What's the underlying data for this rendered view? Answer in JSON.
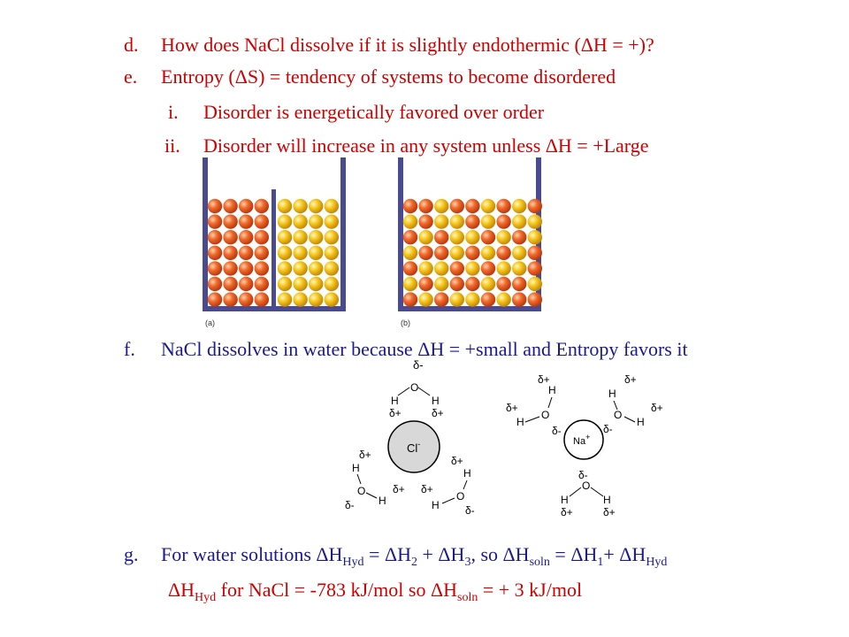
{
  "items": {
    "d": {
      "marker": "d.",
      "text": "How does NaCl dissolve if it is slightly endothermic (ΔH = +)?"
    },
    "e": {
      "marker": "e.",
      "text": "Entropy (ΔS) = tendency of systems to become disordered"
    },
    "i": {
      "marker": "i.",
      "text": "Disorder is energetically favored over order"
    },
    "ii": {
      "marker": "ii.",
      "text": "Disorder will increase in any system unless ΔH = +Large"
    },
    "f": {
      "marker": "f.",
      "text": "NaCl dissolves in water because ΔH = +small and Entropy favors it"
    },
    "g": {
      "marker": "g.",
      "p1": "For water solutions ΔH",
      "s1": "Hyd",
      "p2": " = ΔH",
      "s2": "2",
      "p3": " + ΔH",
      "s3": "3",
      "p4": ", so ΔH",
      "s4": "soln",
      "p5": " = ΔH",
      "s5": "1",
      "p6": "+ ΔH",
      "s6": "Hyd"
    },
    "h": {
      "p1": "ΔH",
      "s1": "Hyd",
      "p2": " for NaCl = -783 kJ/mol so ΔH",
      "s2": "soln",
      "p3": " = + 3 kJ/mol"
    }
  },
  "figure": {
    "label_a": "(a)",
    "label_b": "(b)"
  },
  "hydration": {
    "chloride_label": "Cl",
    "chloride_charge": "-",
    "sodium_label": "Na",
    "sodium_charge": "+",
    "atom_h": "H",
    "atom_o": "O",
    "partial_neg": "δ-",
    "partial_pos": "δ+"
  },
  "colors": {
    "red_text": "#cc0000",
    "blue_text": "#1a1a8c",
    "container": "#4a4a8e",
    "orange_ball": "#f06a2a",
    "yellow_ball": "#f5c81e"
  }
}
